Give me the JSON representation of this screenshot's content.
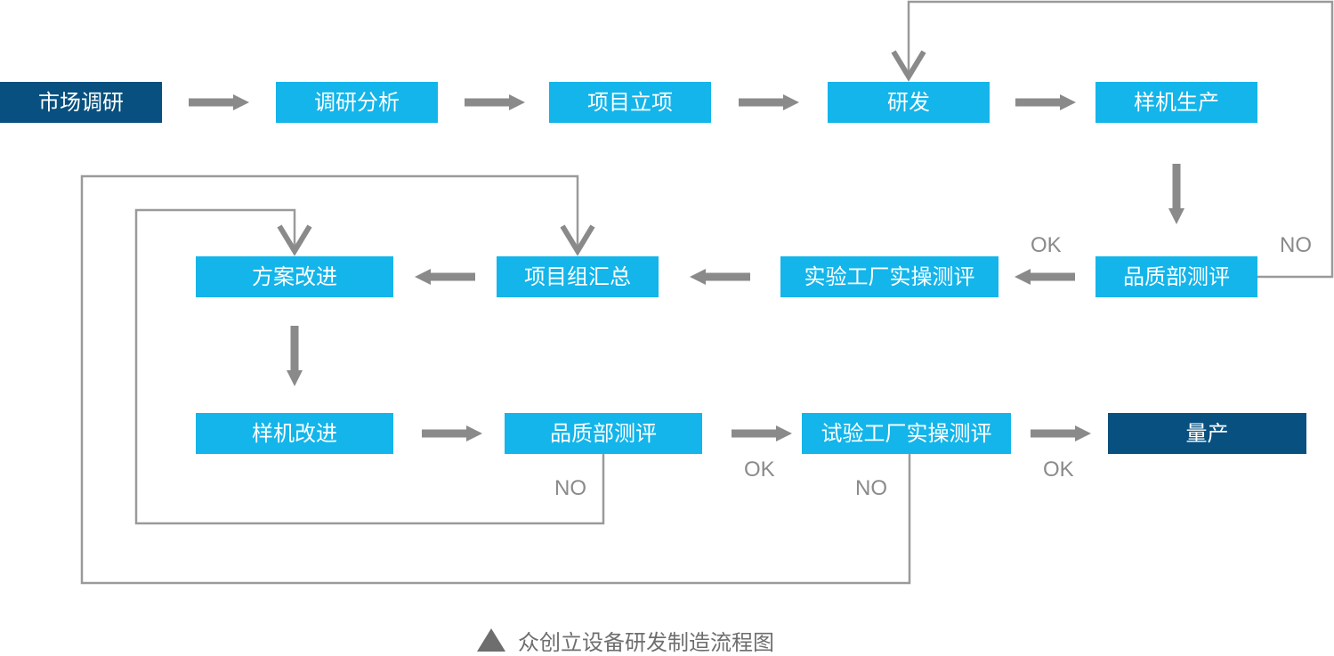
{
  "nodes": {
    "market_research": "市场调研",
    "research_analysis": "调研分析",
    "project_initiation": "项目立项",
    "development": "研发",
    "prototype_production": "样机生产",
    "quality_eval_1": "品质部测评",
    "factory_eval_1": "实验工厂实操测评",
    "project_summary": "项目组汇总",
    "plan_improvement": "方案改进",
    "prototype_improvement": "样机改进",
    "quality_eval_2": "品质部测评",
    "factory_eval_2": "试验工厂实操测评",
    "mass_production": "量产"
  },
  "labels": {
    "ok": "OK",
    "no": "NO"
  },
  "caption": "众创立设备研发制造流程图",
  "colors": {
    "box": "#13b5ea",
    "box_dark": "#07507f",
    "arrow": "#8a8a8a",
    "line": "#9a9a9a",
    "label": "#8a8a8a"
  }
}
